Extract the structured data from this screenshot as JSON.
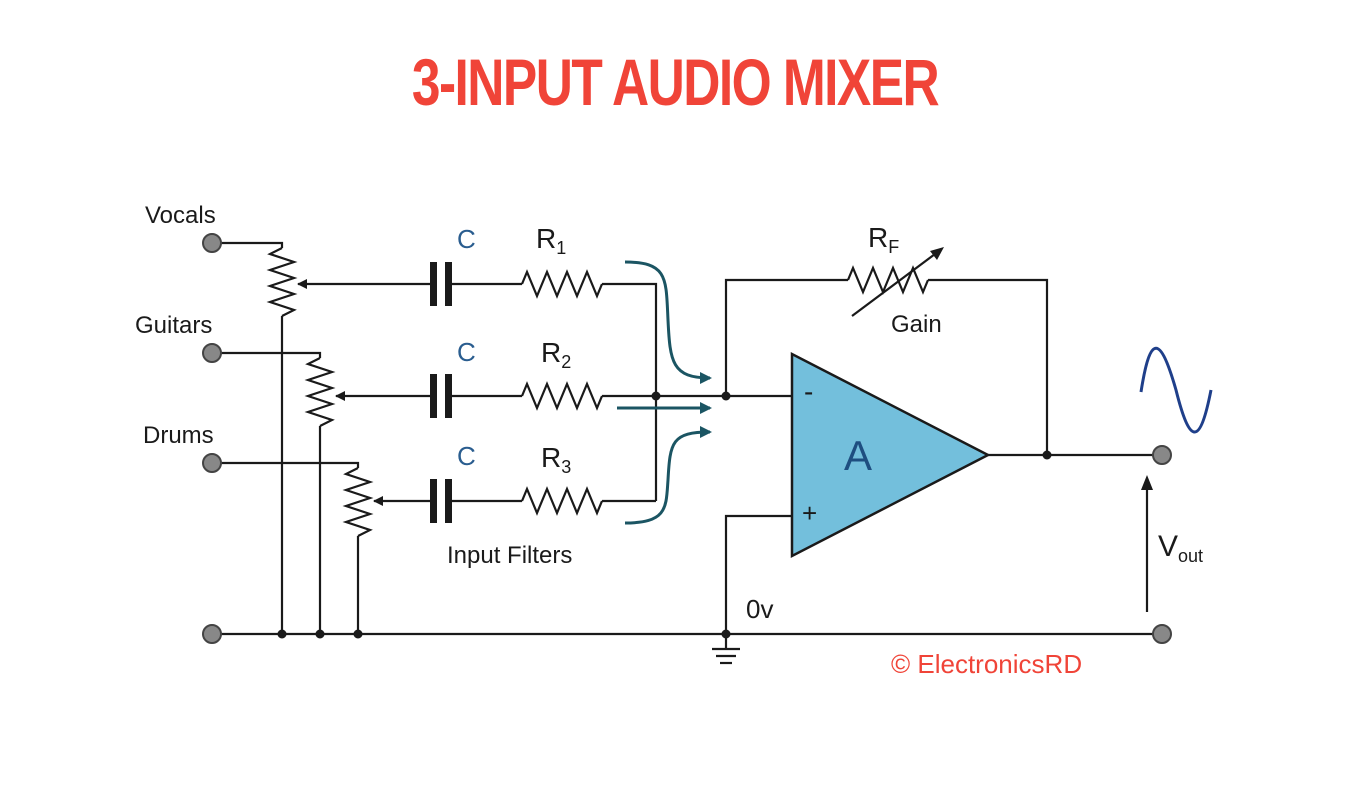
{
  "title": "3-INPUT AUDIO MIXER",
  "inputs": {
    "vocals": "Vocals",
    "guitars": "Guitars",
    "drums": "Drums"
  },
  "components": {
    "c1": "C",
    "c2": "C",
    "c3": "C",
    "r1": {
      "main": "R",
      "sub": "1"
    },
    "r2": {
      "main": "R",
      "sub": "2"
    },
    "r3": {
      "main": "R",
      "sub": "3"
    },
    "rf": {
      "main": "R",
      "sub": "F"
    },
    "gain": "Gain",
    "filters": "Input Filters",
    "opamp": "A",
    "minus": "-",
    "plus": "+",
    "ground": "0v",
    "vout": {
      "main": "V",
      "sub": "out"
    }
  },
  "copyright": "© ElectronicsRD",
  "colors": {
    "title": "#f04438",
    "opamp_fill": "#73bfdc",
    "flow_arrows": "#1b5563",
    "capacitor_labels": "#2a5d8f",
    "waveform": "#1f3f8a",
    "copyright": "#f04438"
  }
}
